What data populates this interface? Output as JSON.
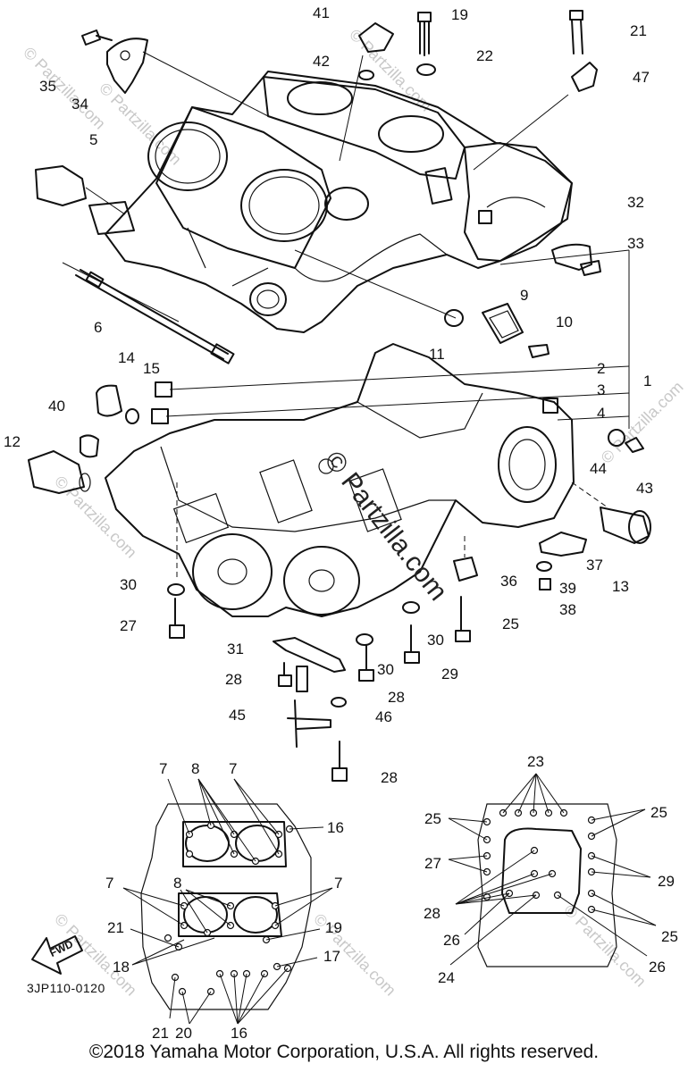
{
  "watermark": {
    "site": "© Partzilla.com",
    "center": "© Partzilla.com"
  },
  "diagram_code": "3JP110-0120",
  "fwd_arrow_label": "FWD",
  "copyright": "©2018 Yamaha Motor Corporation, U.S.A. All rights reserved.",
  "callouts": {
    "n1": "1",
    "n2": "2",
    "n3": "3",
    "n4": "4",
    "n5": "5",
    "n6": "6",
    "n7": "7",
    "n8": "8",
    "n9": "9",
    "n10": "10",
    "n11": "11",
    "n12": "12",
    "n13": "13",
    "n14": "14",
    "n15": "15",
    "n16": "16",
    "n17": "17",
    "n18": "18",
    "n19": "19",
    "n20": "20",
    "n21": "21",
    "n22": "22",
    "n23": "23",
    "n24": "24",
    "n25": "25",
    "n26": "26",
    "n27": "27",
    "n28": "28",
    "n29": "29",
    "n30": "30",
    "n31": "31",
    "n32": "32",
    "n33": "33",
    "n34": "34",
    "n35": "35",
    "n36": "36",
    "n37": "37",
    "n38": "38",
    "n39": "39",
    "n40": "40",
    "n41": "41",
    "n42": "42",
    "n43": "43",
    "n44": "44",
    "n45": "45",
    "n46": "46",
    "n47": "47"
  }
}
